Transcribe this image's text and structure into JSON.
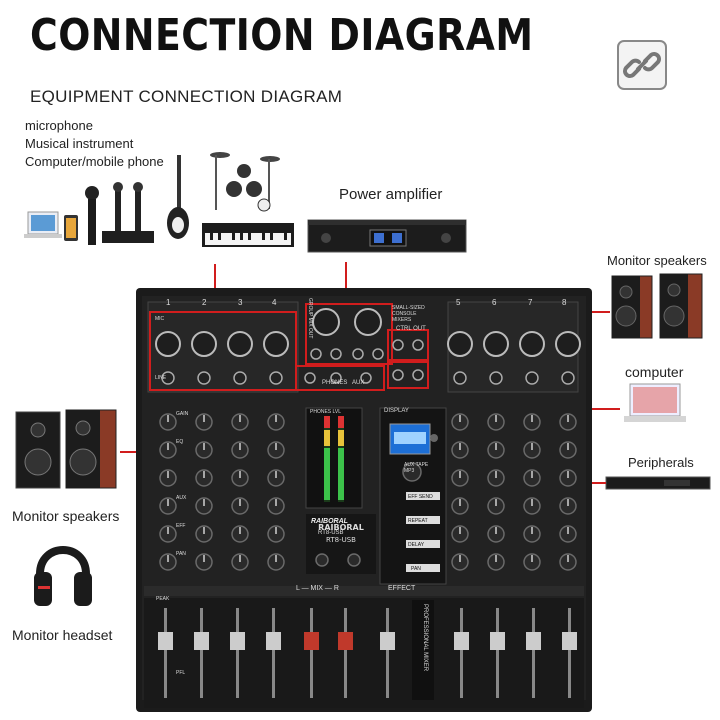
{
  "header": {
    "title": "CONNECTION DIAGRAM",
    "subtitle": "EQUIPMENT CONNECTION DIAGRAM"
  },
  "sources": {
    "lines": [
      "microphone",
      "Musical instrument",
      "Computer/mobile phone"
    ]
  },
  "labels": {
    "power_amplifier": "Power amplifier",
    "monitor_speakers_right": "Monitor speakers",
    "computer": "computer",
    "peripherals": "Peripherals",
    "monitor_speakers_left": "Monitor speakers",
    "monitor_headset": "Monitor headset"
  },
  "mixer": {
    "brand": "RAIBORAL",
    "model": "RT8-USB",
    "side_label": "PROFESSIONAL MIXER",
    "channel_numbers": [
      "1",
      "2",
      "3",
      "4",
      "5",
      "6",
      "7",
      "8"
    ],
    "section_labels": {
      "mix": "L — MIX — R",
      "effect": "EFFECT",
      "group_mix_out": "GROUP MIX OUT",
      "small_sized_console_mixers": "SMALL-SIZED CONSOLE MIXERS",
      "ctrl_out": "CTRL OUT",
      "display": "DISPLAY",
      "phones": "PHONES",
      "aux": "AUX",
      "aux_tape_mp3": "AUX TAPE MP3",
      "phones_level": "PHONES LVL"
    },
    "knob_labels": [
      "GAIN",
      "EQ",
      "AUX",
      "EFF",
      "PAN"
    ],
    "effect_buttons": [
      "EFF SEND",
      "REPEAT",
      "DELAY",
      "PAN"
    ],
    "input_labels": [
      "MIC",
      "LINE"
    ],
    "fader_labels": [
      "PEAK",
      "PFL"
    ]
  },
  "colors": {
    "connector_line": "#d11d1d",
    "mixer_panel": "#1b1b1b",
    "lcd": "#1d6fd6"
  }
}
